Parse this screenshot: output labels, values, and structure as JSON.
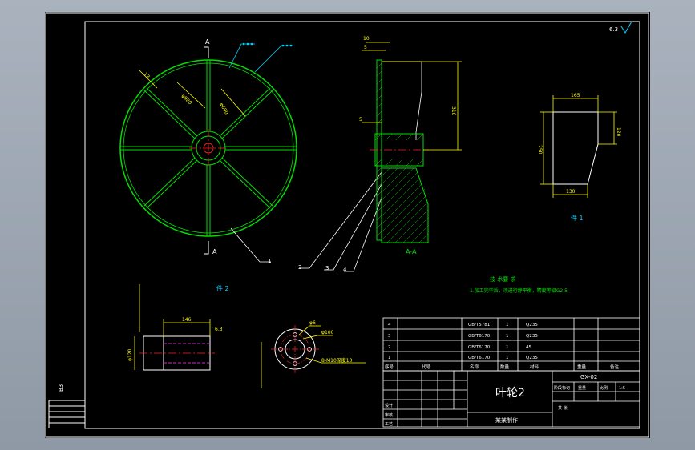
{
  "colors": {
    "paper": "#000000",
    "frame": "#ffffff",
    "outline": "#00e000",
    "dimension": "#ffff00",
    "leader": "#00d0ff",
    "centerline": "#ff2020",
    "hidden": "#ff40ff",
    "text": "#ffff00"
  },
  "views": {
    "section_marker_top": "A",
    "section_marker_bottom": "A",
    "section_label": "A-A",
    "part1_label": "件 1",
    "part2_label": "件 2"
  },
  "leaders": [
    "1",
    "2",
    "3",
    "4"
  ],
  "dimensions": {
    "blade_width": "13",
    "outer_dia": "φ980",
    "inner_dia": "φ690",
    "hub_width_top": "10",
    "plate_thickness": "5",
    "plate_thickness_2": "5",
    "section_height": "310",
    "part1_top": "165",
    "part1_right": "120",
    "part1_left": "250",
    "part1_bottom": "130",
    "part2_length": "146",
    "part2_hole": "φ120",
    "hub_hole": "φ6",
    "hub_pcd": "φ100",
    "hub_bolts": "8-M10深度10",
    "roughness": "6.3"
  },
  "tech": {
    "title": "技 术要 求",
    "line": "1.加工完毕后，须进行静平衡，精度等级G2.5"
  },
  "roughness_corner": "6.3",
  "left_strip_label": "B3",
  "bom_rows": [
    {
      "no": "4",
      "code": "",
      "name": "GB/T5781",
      "qty": "1",
      "mat": "Q235"
    },
    {
      "no": "3",
      "code": "",
      "name": "GB/T6170",
      "qty": "1",
      "mat": "Q235"
    },
    {
      "no": "2",
      "code": "",
      "name": "GB/T6170",
      "qty": "1",
      "mat": "45"
    },
    {
      "no": "1",
      "code": "",
      "name": "GB/T6170",
      "qty": "1",
      "mat": "Q235"
    }
  ],
  "bom_header": {
    "no": "序号",
    "code": "代号",
    "name": "名称",
    "qty": "数量",
    "mat": "材料",
    "weight": "重量",
    "note": "备注"
  },
  "title_block": {
    "part_name": "叶轮2",
    "drawing_no": "GX-02",
    "company": "某某制作",
    "label_design": "设计",
    "label_check": "审核",
    "label_process": "工艺",
    "label_scale": "比例",
    "label_sheet": "共 张",
    "label_stage": "阶段标记",
    "label_weight": "重量",
    "scale": "1:5"
  }
}
